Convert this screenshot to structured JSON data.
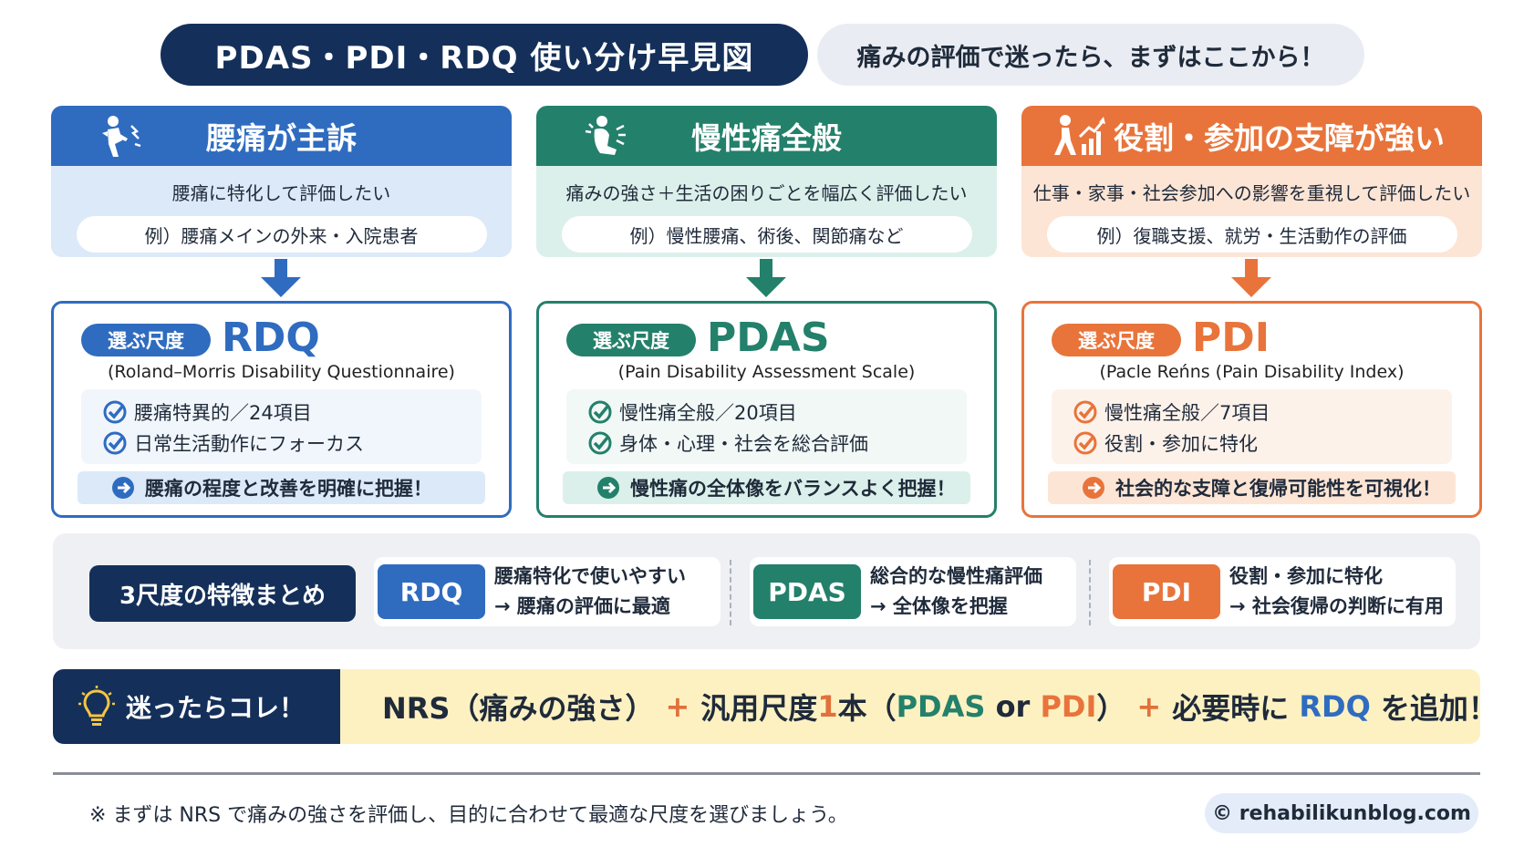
{
  "header": {
    "title": "PDAS・PDI・RDQ 使い分け早見図",
    "subtitle": "痛みの評価で迷ったら、まずはここから！"
  },
  "columns": [
    {
      "category": "腰痛が主訴",
      "description": "腰痛に特化して評価したい",
      "example": "例）腰痛メインの外来・入院患者",
      "badge": "選ぶ尺度",
      "scale": "RDQ",
      "full_name": "(Roland–Morris Disability Questionnaire)",
      "features": [
        "腰痛特異的／24項目",
        "日常生活動作にフォーカス"
      ],
      "conclusion": "腰痛の程度と改善を明確に把握！",
      "icon": "back-pain-person-icon"
    },
    {
      "category": "慢性痛全般",
      "description": "痛みの強さ＋生活の困りごとを幅広く評価したい",
      "example": "例）慢性腰痛、術後、関節痛など",
      "badge": "選ぶ尺度",
      "scale": "PDAS",
      "full_name": "(Pain Disability Assessment Scale)",
      "features": [
        "慢性痛全般／20項目",
        "身体・心理・社会を総合評価"
      ],
      "conclusion": "慢性痛の全体像をバランスよく把握！",
      "icon": "chronic-pain-person-icon"
    },
    {
      "category": "役割・参加の支障が強い",
      "description": "仕事・家事・社会参加への影響を重視して評価したい",
      "example": "例）復職支援、就労・生活動作の評価",
      "badge": "選ぶ尺度",
      "scale": "PDI",
      "full_name": "(Pacle Reńns   (Pain Disability Index)",
      "features": [
        "慢性痛全般／7項目",
        "役割・参加に特化"
      ],
      "conclusion": "社会的な支障と復帰可能性を可視化！",
      "icon": "walking-chart-icon"
    }
  ],
  "summary": {
    "label": "3尺度の特徴まとめ",
    "items": [
      {
        "tag": "RDQ",
        "line1": "腰痛特化で使いやすい",
        "line2": "→ 腰痛の評価に最適"
      },
      {
        "tag": "PDAS",
        "line1": "総合的な慢性痛評価",
        "line2": "→ 全体像を把握"
      },
      {
        "tag": "PDI",
        "line1": "役割・参加に特化",
        "line2": "→ 社会復帰の判断に有用"
      }
    ]
  },
  "tip": {
    "label": "迷ったらコレ！",
    "nrs": "NRS（痛みの強さ）",
    "plus1": "+",
    "generic_a": "汎用尺度 ",
    "one": "1",
    "generic_b": "本（",
    "pdas": "PDAS",
    "or": " or ",
    "pdi": "PDI",
    "close": "）",
    "plus2": "+",
    "need": "必要時に ",
    "rdq": "RDQ",
    "add": " を追加！"
  },
  "footer": {
    "note": "※ まずは NRS で痛みの強さを評価し、目的に合わせて最適な尺度を選びましょう。",
    "credit": "© rehabilikunblog.com"
  },
  "colors": {
    "navy": "#14305a",
    "blue": "#2f6cc0",
    "green": "#23806b",
    "orange": "#e8743b",
    "blue_light": "#dce9f8",
    "green_light": "#dbf0ea",
    "orange_light": "#fde5d5"
  }
}
